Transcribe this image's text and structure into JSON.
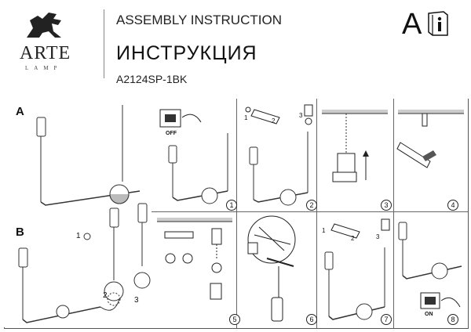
{
  "header": {
    "brand": "ARTE",
    "brand_sub": "LAMP",
    "title_en": "ASSEMBLY INSTRUCTION",
    "title_ru": "ИНСТРУКЦИЯ",
    "model": "A2124SP-1BK",
    "variant_letter": "A"
  },
  "sections": {
    "a": "A",
    "b": "B"
  },
  "steps": [
    "1",
    "2",
    "3",
    "4",
    "5",
    "6",
    "7",
    "8"
  ],
  "switch_labels": {
    "off": "OFF",
    "on": "ON"
  },
  "callouts": {
    "b1": "1",
    "b2": "2",
    "b3": "3",
    "p2_1": "1",
    "p2_2": "2",
    "p2_3": "3",
    "p7_1": "1",
    "p7_2": "2",
    "p7_3": "3"
  }
}
